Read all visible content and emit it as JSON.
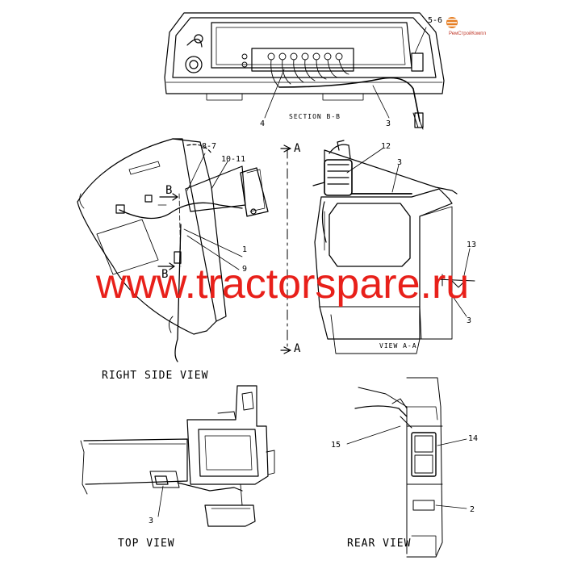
{
  "diagram": {
    "section_bb_title": "SECTION B-B",
    "view_aa_title": "VIEW A-A",
    "right_side_view_title": "RIGHT SIDE VIEW",
    "top_view_title": "TOP VIEW",
    "rear_view_title": "REAR VIEW",
    "section_marker_a_top": "A",
    "section_marker_a_bottom": "A",
    "section_marker_b_top": "B",
    "section_marker_b_bottom": "B",
    "callouts": {
      "c_5_6": "5-6",
      "c_4": "4",
      "c_3_section": "3",
      "c_8_7": "8-7",
      "c_10_11": "10-11",
      "c_1": "1",
      "c_9": "9",
      "c_12": "12",
      "c_3_view": "3",
      "c_13": "13",
      "c_3_right": "3",
      "c_15": "15",
      "c_14": "14",
      "c_3_top": "3",
      "c_2": "2"
    }
  },
  "watermark": "www.tractorspare.ru",
  "logo_text": "РемСтройКомпл",
  "colors": {
    "watermark": "#e8201a",
    "line": "#000000",
    "background": "#ffffff",
    "logo": "#c0392b"
  }
}
